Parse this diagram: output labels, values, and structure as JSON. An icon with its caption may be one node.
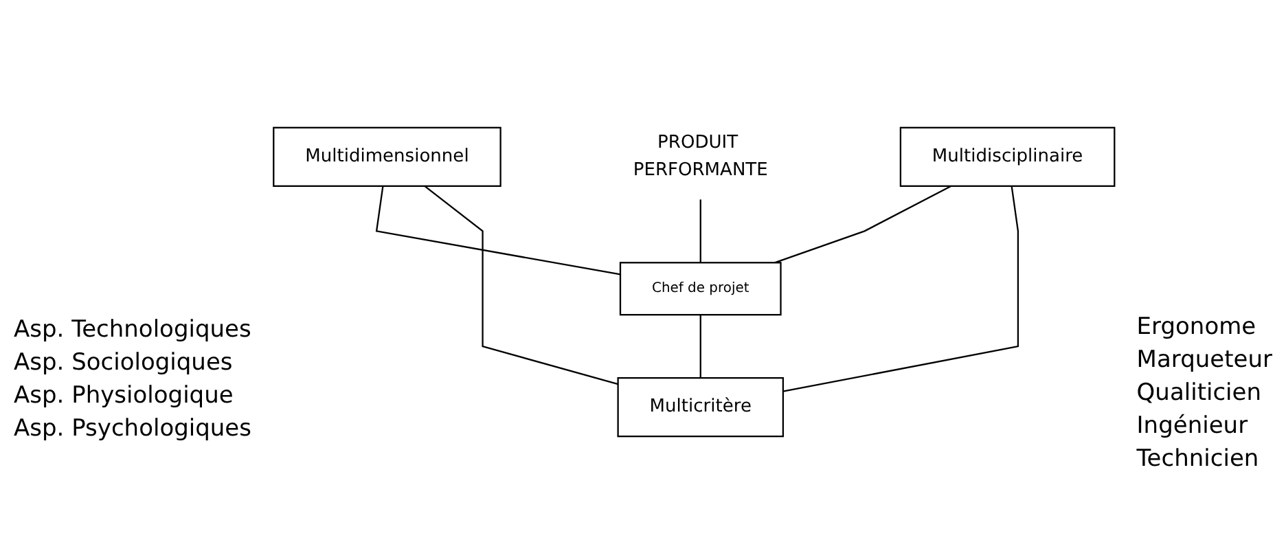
{
  "diagram": {
    "nodes": [
      {
        "text": [
          "PRODUIT PERFORMANTE"
        ]
      },
      {
        "text": [
          "Multidimensionnel"
        ]
      },
      {
        "text": [
          "Multidisciplinaire"
        ]
      },
      {
        "text": [
          "Chef de projet"
        ]
      },
      {
        "text": [
          "Multicritère"
        ]
      }
    ],
    "edges": [
      {
        "from": 1,
        "to": 3,
        "arrow": "none"
      },
      {
        "from": 2,
        "to": 3,
        "arrow": "none"
      },
      {
        "from": 0,
        "to": 3,
        "arrow": "none"
      },
      {
        "from": 3,
        "to": 4,
        "arrow": "none"
      },
      {
        "from": 1,
        "to": 4,
        "arrow": "none"
      },
      {
        "from": 2,
        "to": 4,
        "arrow": "none"
      }
    ],
    "labels": [
      "Asp. Technologiques",
      "Asp. Sociologiques",
      "Asp. Physiologique",
      "Asp. Psychologiques",
      "Ergonome",
      "Marqueteur",
      "Qualiticien",
      "Ingénieur",
      "Technicien"
    ]
  }
}
